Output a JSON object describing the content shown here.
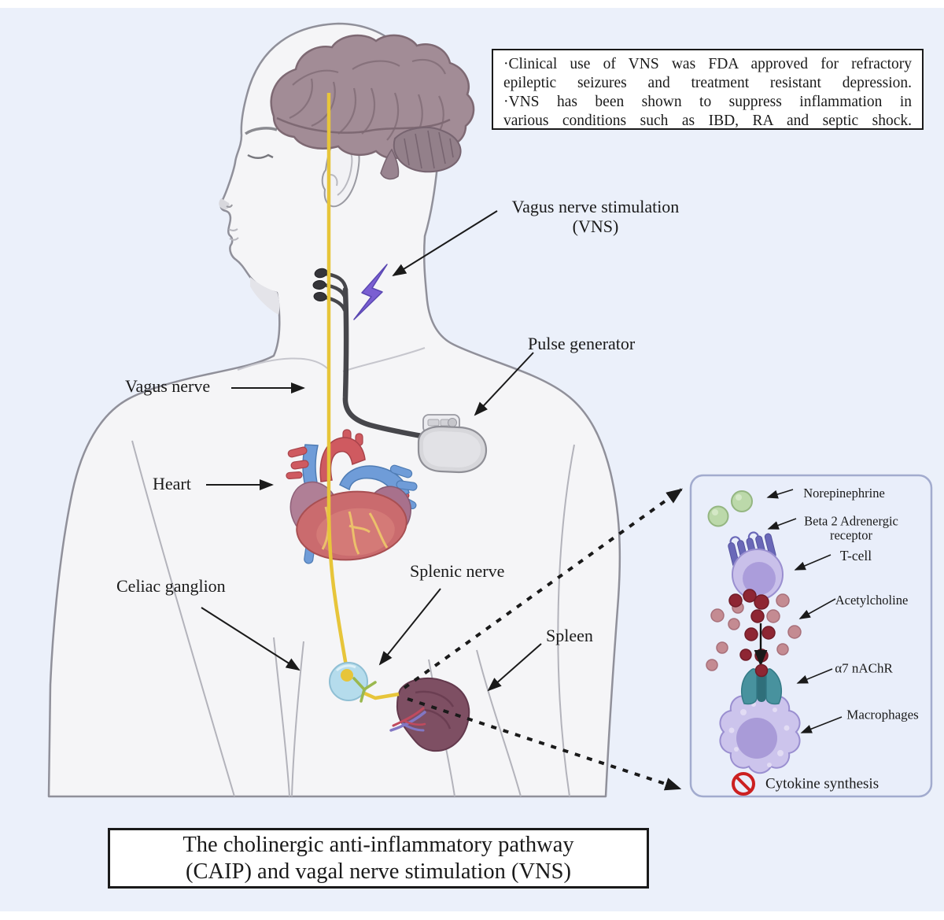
{
  "colors": {
    "background": "#ebf0fa",
    "body_fill": "#f5f5f7",
    "body_outline": "#90909a",
    "nerve_yellow": "#e7c53a",
    "cable_gray": "#46464b",
    "lightning_purple": "#7a5fd2",
    "brain_mauve": "#a28c96",
    "spleen_maroon": "#7e4f63",
    "ganglion_blue": "#b5dcec",
    "panel_border": "#a2abce",
    "norepinephrine_green": "#bcd9aa",
    "tcell_purple": "#c9c0ea",
    "acetylcholine_red": "#8e2633",
    "receptor_teal": "#48929e",
    "macrophage_lavender": "#ccc4ec",
    "prohibition_red": "#cc2020",
    "arrow_black": "#1a1a1a"
  },
  "info_box": {
    "lines": [
      "·Clinical use of VNS was FDA approved for refractory",
      "epileptic seizures and treatment resistant depression.",
      "·VNS has been shown to suppress inflammation in",
      "various conditions such as IBD, RA and septic shock."
    ]
  },
  "labels": {
    "vns_line1": "Vagus nerve stimulation",
    "vns_line2": "(VNS)",
    "pulse_generator": "Pulse generator",
    "vagus_nerve": "Vagus nerve",
    "heart": "Heart",
    "celiac_ganglion": "Celiac ganglion",
    "splenic_nerve": "Splenic nerve",
    "spleen": "Spleen"
  },
  "panel": {
    "norepinephrine": "Norepinephrine",
    "beta2_line1": "Beta 2 Adrenergic",
    "beta2_line2": "receptor",
    "t_cell": "T-cell",
    "acetylcholine": "Acetylcholine",
    "a7_nachr": "α7 nAChR",
    "macrophages": "Macrophages",
    "cytokine_synthesis": "Cytokine synthesis"
  },
  "title": {
    "line1": "The cholinergic anti-inflammatory pathway",
    "line2": "(CAIP) and vagal nerve stimulation (VNS)"
  }
}
